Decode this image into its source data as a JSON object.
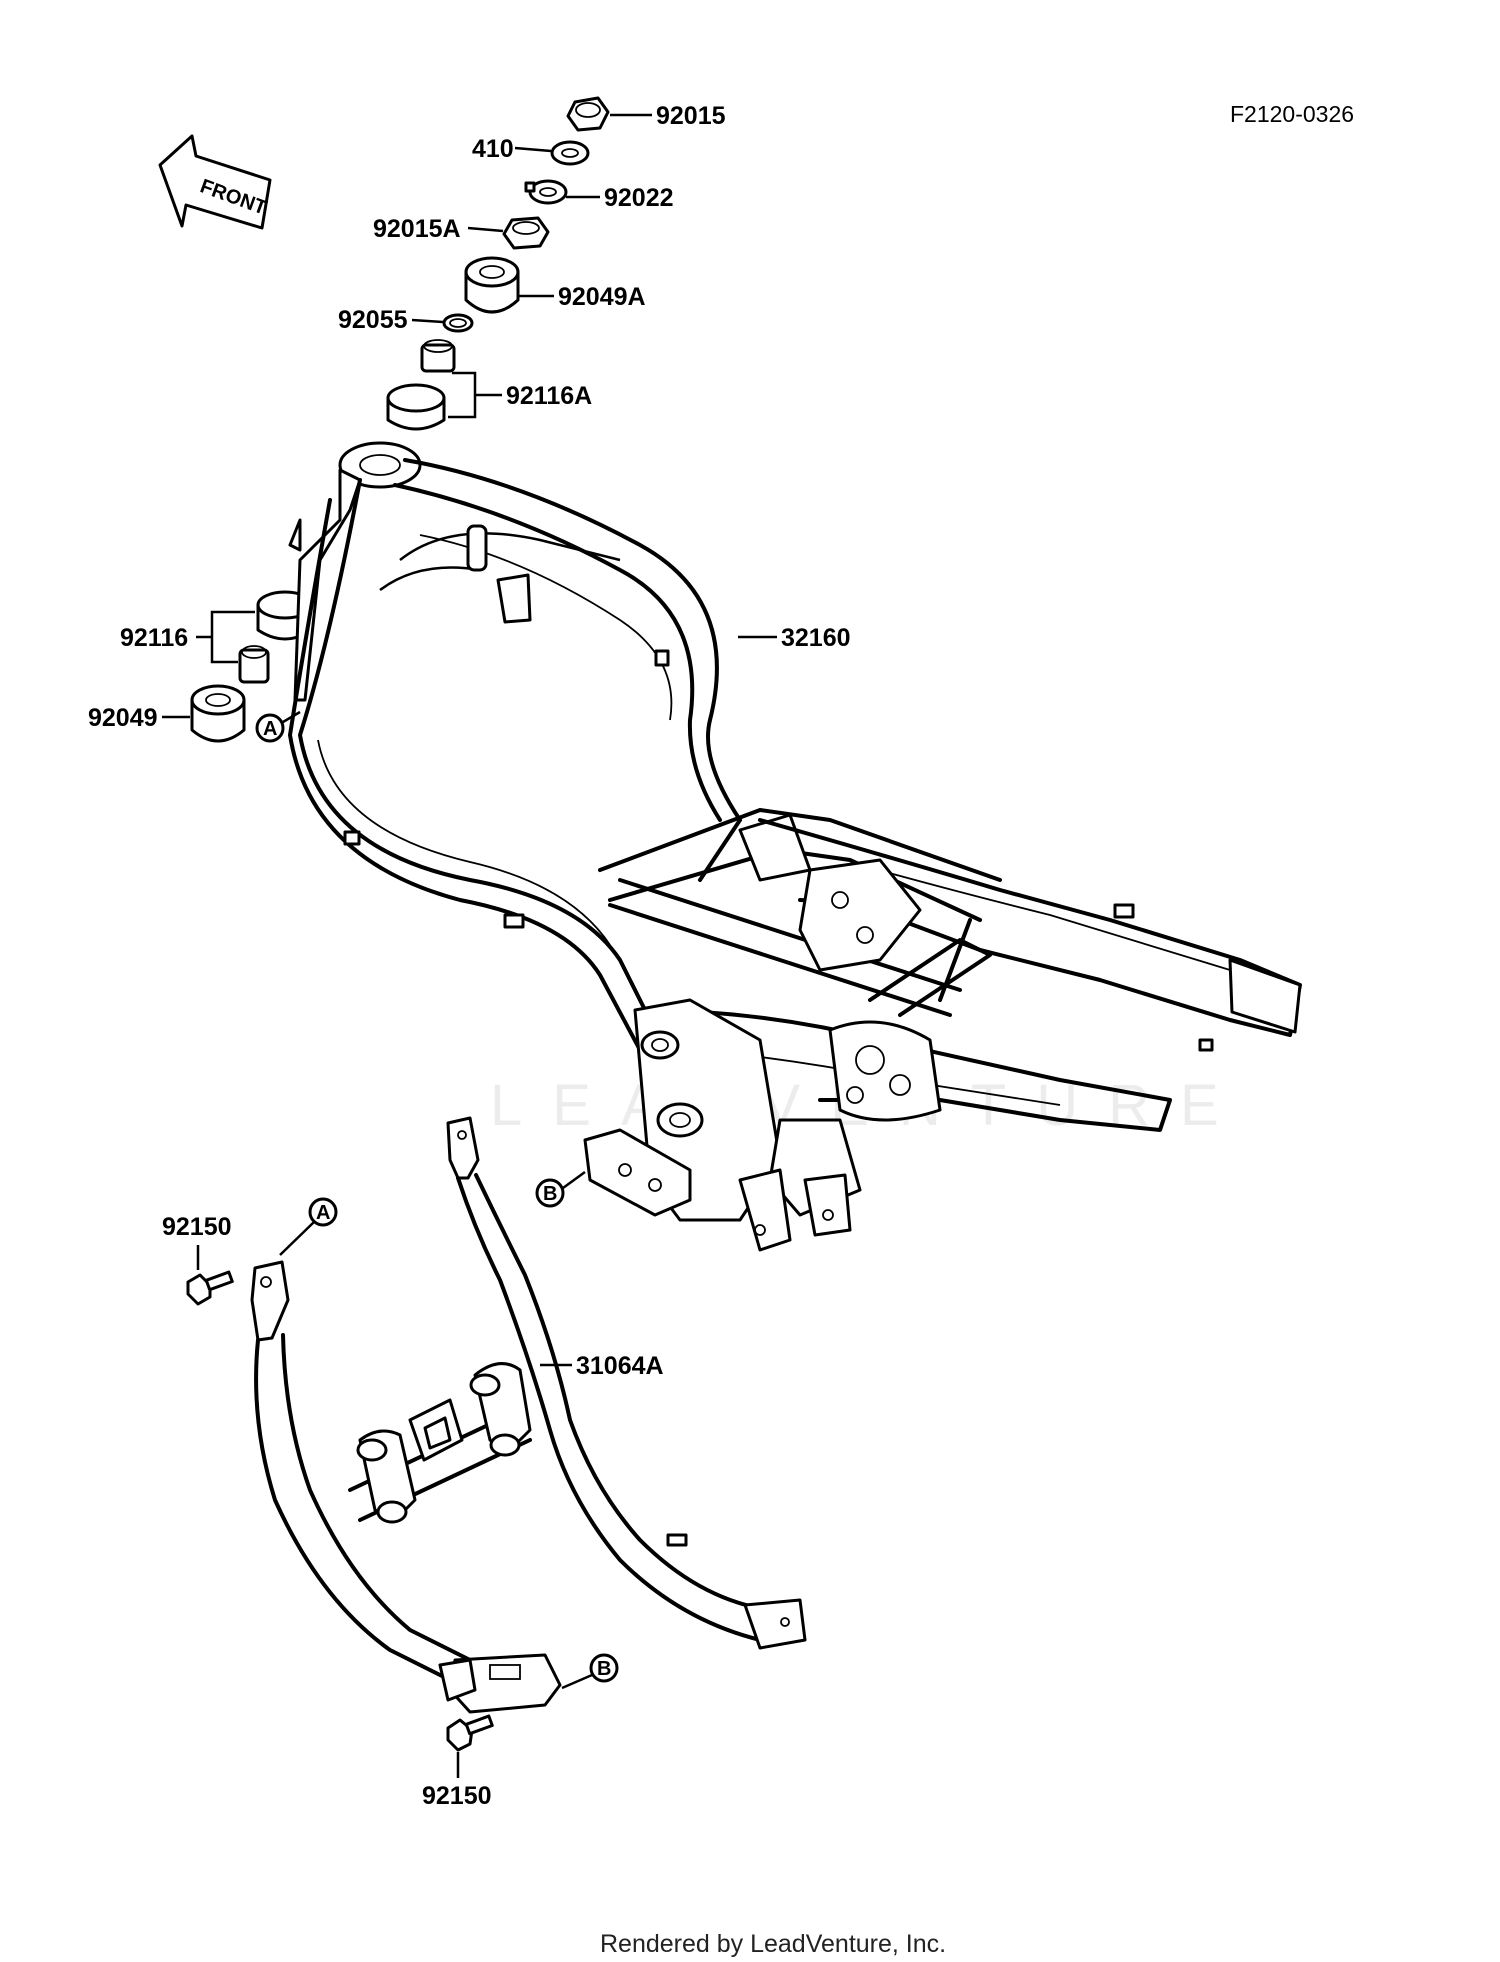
{
  "diagram_code": "F2120-0326",
  "front_arrow_label": "FRONT",
  "watermark_text": "LEADVENTURE",
  "footer_text": "Rendered by LeadVenture, Inc.",
  "callout_letters": {
    "a": "A",
    "b": "B"
  },
  "parts": {
    "p92015": "92015",
    "p410": "410",
    "p92022": "92022",
    "p92015a": "92015A",
    "p92049a": "92049A",
    "p92055": "92055",
    "p92116a": "92116A",
    "p92116": "92116",
    "p92049": "92049",
    "p32160": "32160",
    "p92150_top": "92150",
    "p31064a": "31064A",
    "p92150_bottom": "92150"
  }
}
